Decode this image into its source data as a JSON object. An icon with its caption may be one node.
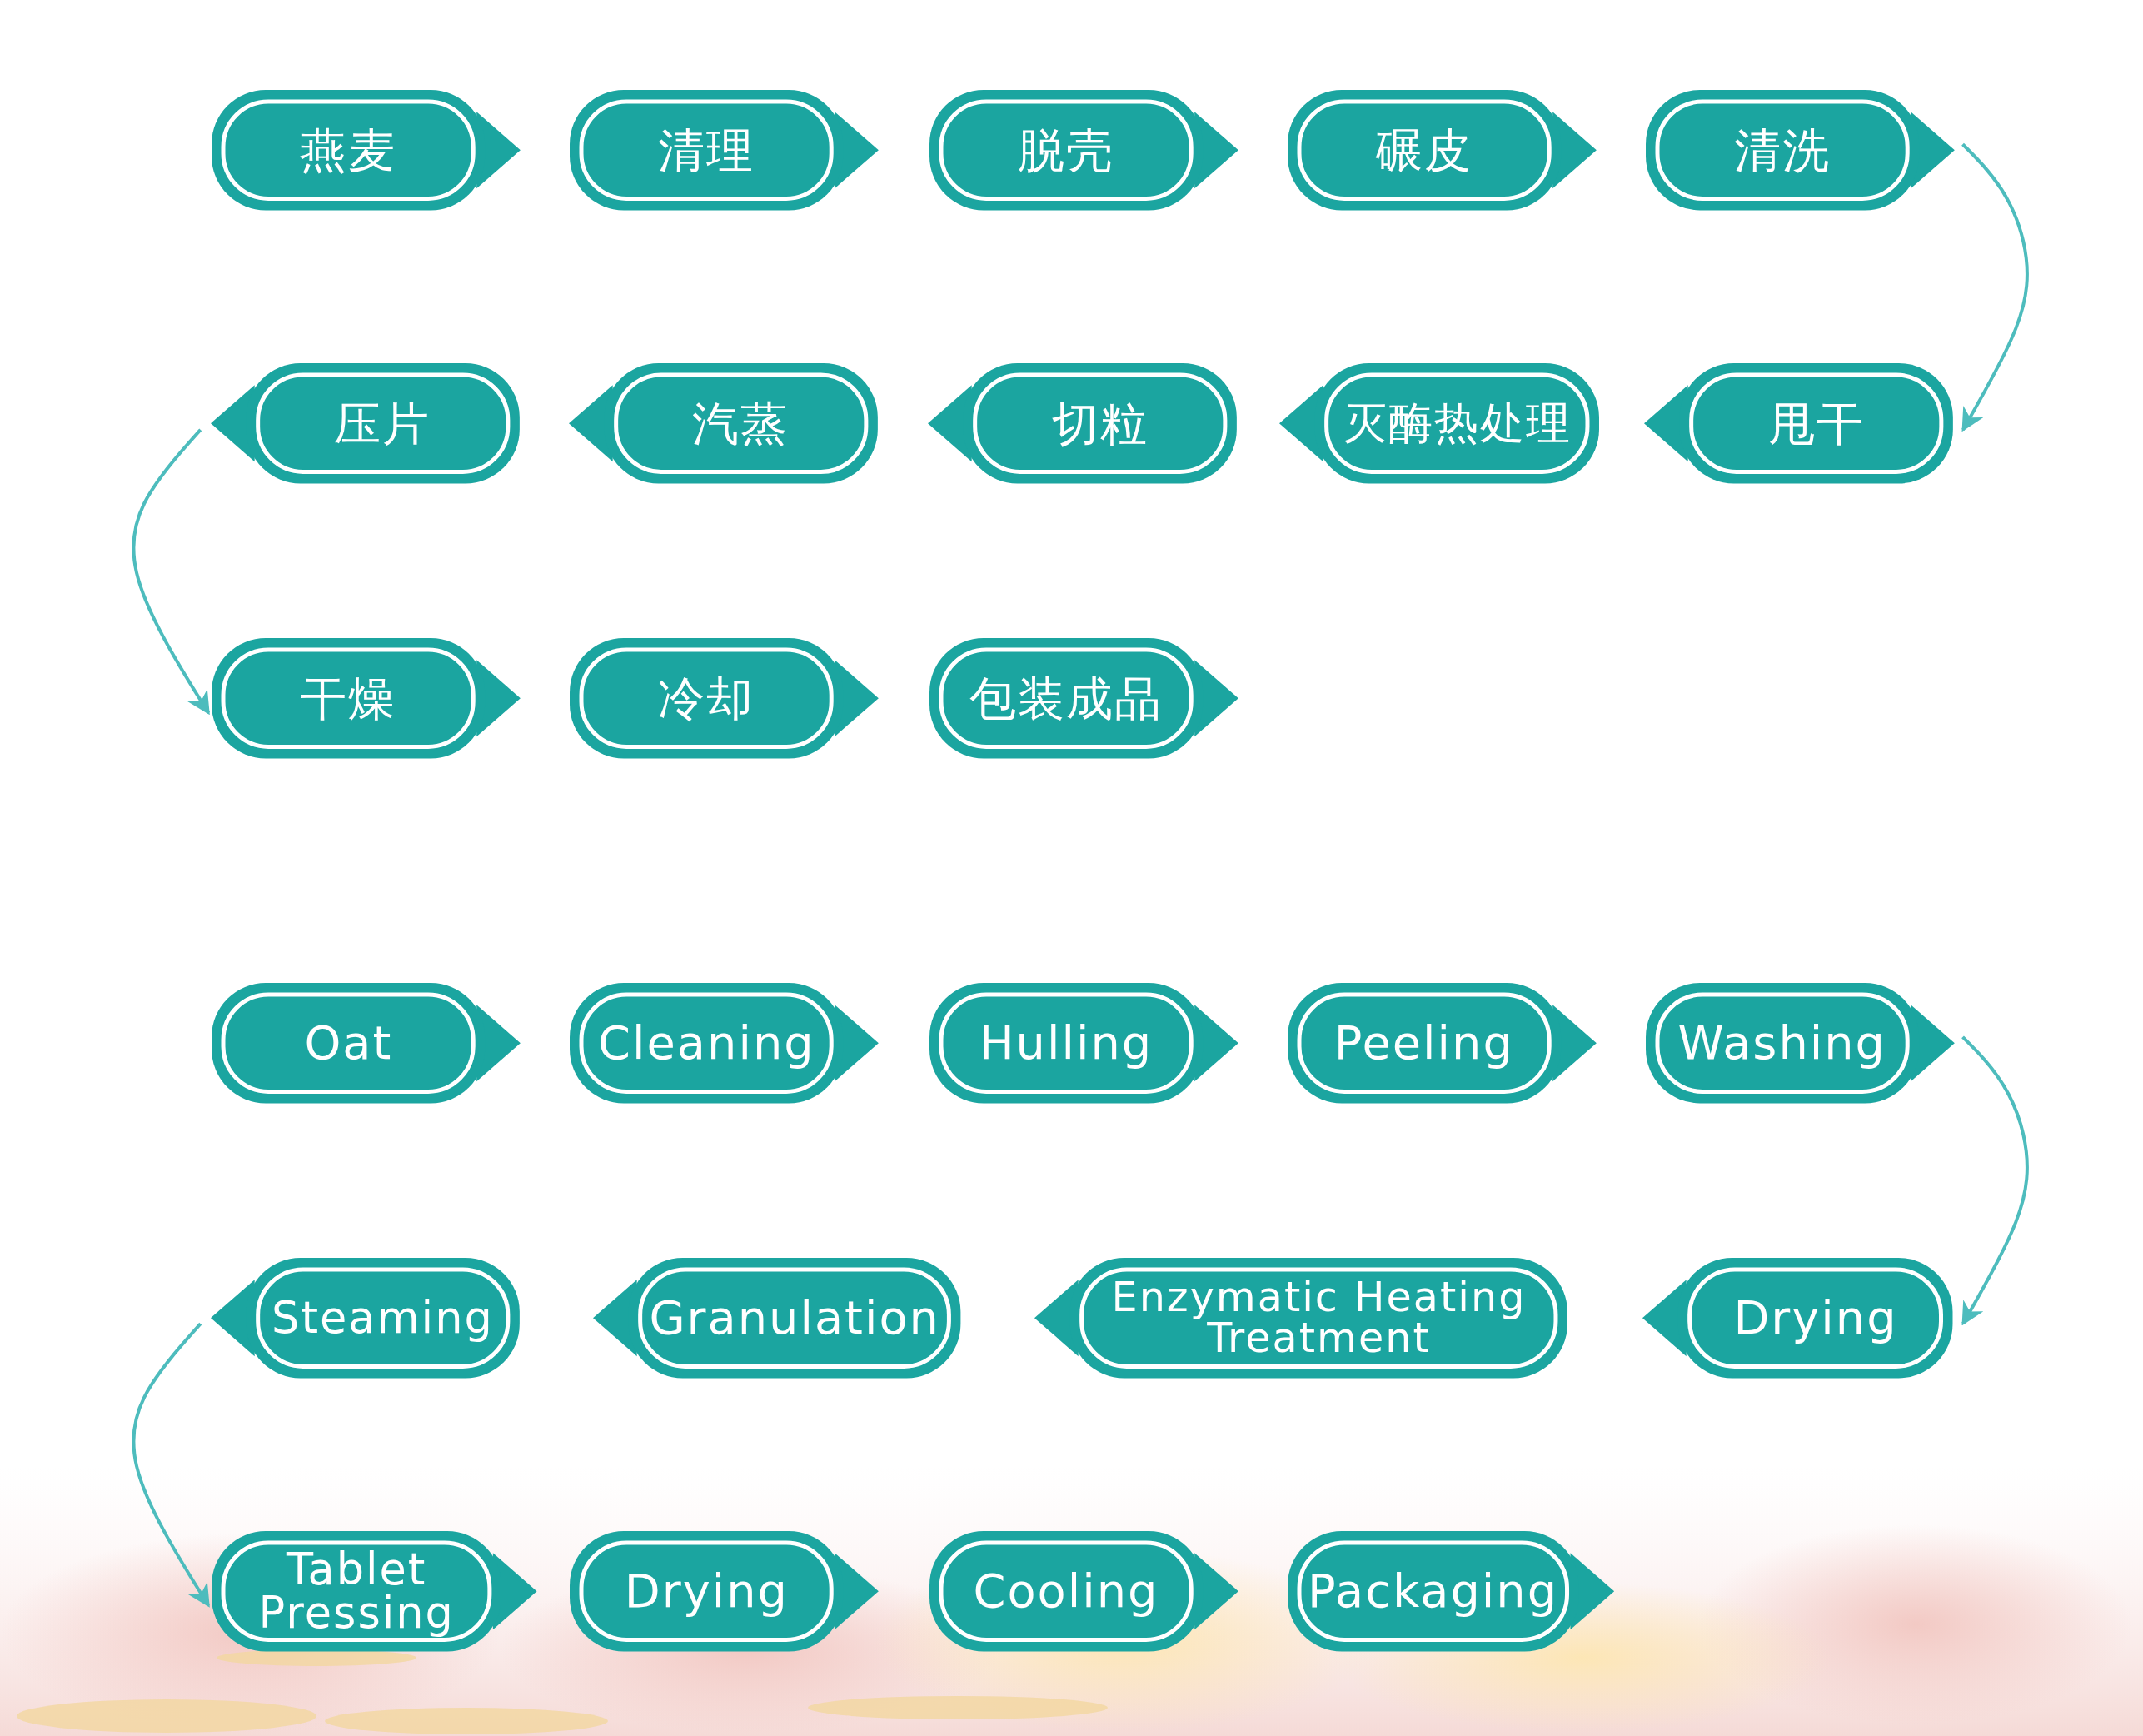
{
  "diagram": {
    "nodes": [
      {
        "text": [
          "燕麦"
        ]
      },
      {
        "text": [
          "清理"
        ]
      },
      {
        "text": [
          "脱壳"
        ]
      },
      {
        "text": [
          "碾皮"
        ]
      },
      {
        "text": [
          "清洗"
        ]
      },
      {
        "text": [
          "压片"
        ]
      },
      {
        "text": [
          "汽蒸"
        ]
      },
      {
        "text": [
          "切粒"
        ]
      },
      {
        "text": [
          "灭酶热处理"
        ]
      },
      {
        "text": [
          "甩干"
        ]
      },
      {
        "text": [
          "干燥"
        ]
      },
      {
        "text": [
          "冷却"
        ]
      },
      {
        "text": [
          "包装成品"
        ]
      },
      {
        "text": [
          "Oat"
        ]
      },
      {
        "text": [
          "Cleaning"
        ]
      },
      {
        "text": [
          "Hulling"
        ]
      },
      {
        "text": [
          "Peeling"
        ]
      },
      {
        "text": [
          "Washing"
        ]
      },
      {
        "text": [
          "Steaming"
        ]
      },
      {
        "text": [
          "Granulation"
        ]
      },
      {
        "text": [
          "Enzymatic Heating Treatment"
        ]
      },
      {
        "text": [
          "Drying"
        ]
      },
      {
        "text": [
          "Tablet Pressing"
        ]
      },
      {
        "text": [
          "Drying"
        ]
      },
      {
        "text": [
          "Cooling"
        ]
      },
      {
        "text": [
          "Packaging"
        ]
      }
    ],
    "edges": [
      {
        "from": 4,
        "to": 9,
        "arrow": "to"
      },
      {
        "from": 5,
        "to": 10,
        "arrow": "to"
      },
      {
        "from": 17,
        "to": 21,
        "arrow": "to"
      },
      {
        "from": 18,
        "to": 22,
        "arrow": "to"
      }
    ]
  }
}
